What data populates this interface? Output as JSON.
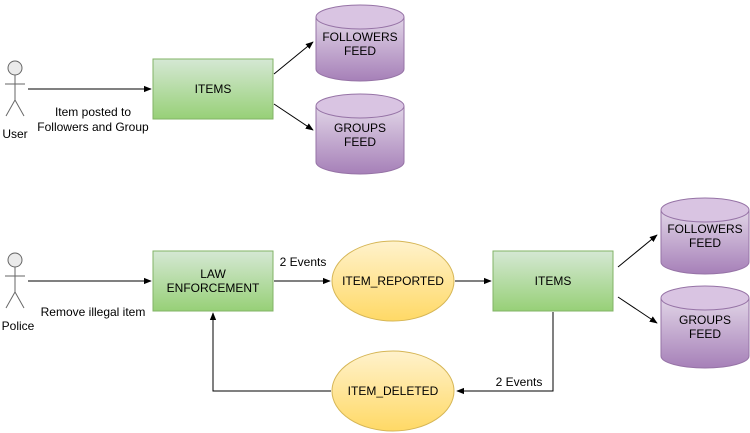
{
  "actors": {
    "user": {
      "label": "User"
    },
    "police": {
      "label": "Police"
    }
  },
  "processes": {
    "items_top": {
      "label": "ITEMS"
    },
    "law_enforcement": {
      "line1": "LAW",
      "line2": "ENFORCEMENT"
    },
    "items_bottom": {
      "label": "ITEMS"
    }
  },
  "events": {
    "item_reported": {
      "label": "ITEM_REPORTED"
    },
    "item_deleted": {
      "label": "ITEM_DELETED"
    }
  },
  "stores": {
    "followers_feed_top": {
      "line1": "FOLLOWERS",
      "line2": "FEED"
    },
    "groups_feed_top": {
      "line1": "GROUPS",
      "line2": "FEED"
    },
    "followers_feed_bottom": {
      "line1": "FOLLOWERS",
      "line2": "FEED"
    },
    "groups_feed_bottom": {
      "line1": "GROUPS",
      "line2": "FEED"
    }
  },
  "edge_labels": {
    "posted_line1": "Item posted to",
    "posted_line2": "Followers and Group",
    "remove": "Remove illegal item",
    "events_to_reported": "2 Events",
    "events_to_deleted": "2 Events"
  },
  "colors": {
    "process_fill_top": "#d5e8d4",
    "process_fill_bottom": "#97d077",
    "process_stroke": "#82b366",
    "event_fill_top": "#fff2cc",
    "event_fill_bottom": "#ffd966",
    "event_stroke": "#d6b656",
    "store_fill_top": "#e1d5e7",
    "store_fill_bottom": "#a680b8",
    "store_stroke": "#9673a6"
  }
}
